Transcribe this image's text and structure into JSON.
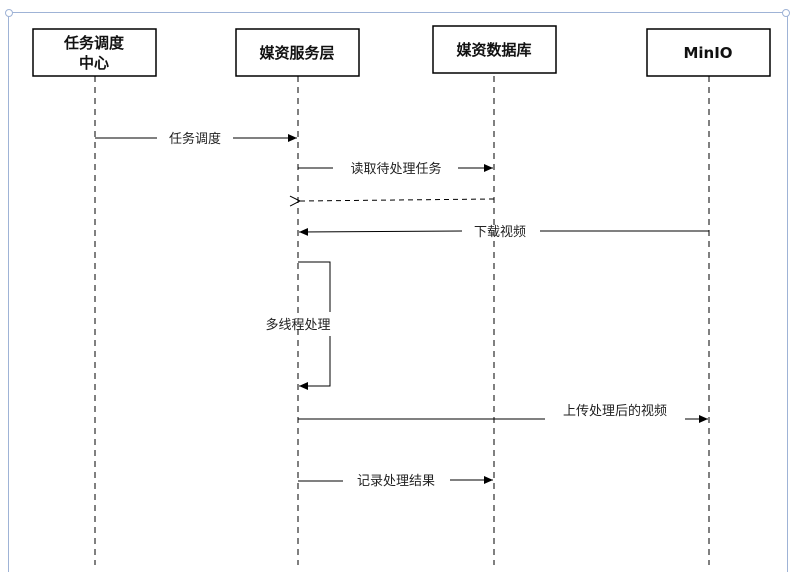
{
  "participants": [
    {
      "id": "scheduler",
      "label_line1": "任务调度",
      "label_line2": "中心"
    },
    {
      "id": "media_service",
      "label_line1": "媒资服务层",
      "label_line2": ""
    },
    {
      "id": "media_db",
      "label_line1": "媒资数据库",
      "label_line2": ""
    },
    {
      "id": "minio",
      "label_line1": "MinIO",
      "label_line2": ""
    }
  ],
  "messages": [
    {
      "id": "m1",
      "text": "任务调度",
      "style": "solid"
    },
    {
      "id": "m2",
      "text": "读取待处理任务",
      "style": "solid"
    },
    {
      "id": "m3",
      "text": "",
      "style": "dashed"
    },
    {
      "id": "m4",
      "text": "下载视频",
      "style": "solid"
    },
    {
      "id": "m5",
      "text": "多线程处理",
      "style": "solid"
    },
    {
      "id": "m6",
      "text": "上传处理后的视频",
      "style": "solid"
    },
    {
      "id": "m7",
      "text": "记录处理结果",
      "style": "solid"
    }
  ],
  "colors": {
    "line": "#000000",
    "frame": "#9fb3d6",
    "box_border": "#000000",
    "box_fill": "#ffffff"
  }
}
